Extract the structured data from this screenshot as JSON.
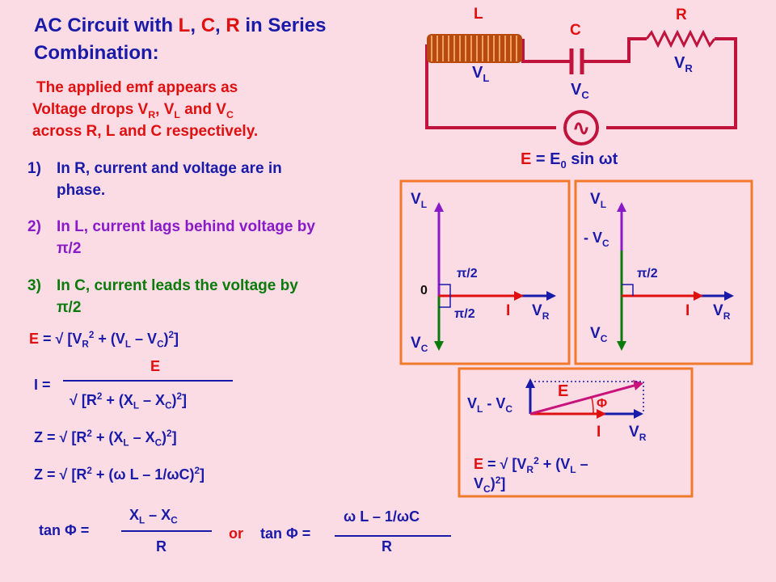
{
  "title": {
    "line1_prefix": "AC Circuit with ",
    "line1_L": "L",
    "line1_comma1": ", ",
    "line1_C": "C",
    "line1_comma2": ", ",
    "line1_R": "R",
    "line1_suffix": " in Series",
    "line2": "Combination:"
  },
  "intro": {
    "line1": "The applied emf appears as",
    "line2": "Voltage drops V",
    "line2_sub1": "R",
    "line2_mid1": ", V",
    "line2_sub2": "L",
    "line2_mid2": " and V",
    "line2_sub3": "C",
    "line3": "across R, L and C respectively."
  },
  "points": [
    {
      "num": "1)",
      "line1": "In R, current and voltage are in",
      "line2": "phase."
    },
    {
      "num": "2)",
      "line1": "In L, current lags behind voltage by",
      "line2": "π/2"
    },
    {
      "num": "3)",
      "line1": "In C, current leads the voltage by",
      "line2": "π/2"
    }
  ],
  "equations": {
    "E": "E",
    "eq_sign": " = √ [V",
    "R_sub": "R",
    "sq1": "2",
    "plus": " + (V",
    "L_sub": "L",
    "minus": " – V",
    "C_sub": "C",
    "close": ")",
    "sq2": "2",
    "end": "]",
    "I_label": "I =",
    "I_num": "E",
    "I_den_a": "√  [R",
    "I_den_sq1": "2",
    "I_den_b": " + (X",
    "I_den_L": "L",
    "I_den_c": " – X",
    "I_den_C": "C",
    "I_den_d": ")",
    "I_den_sq2": "2",
    "I_den_e": "]",
    "Z1_a": "Z =  √  [R",
    "Z1_sq1": "2",
    "Z1_b": " + (X",
    "Z1_L": "L",
    "Z1_c": " – X",
    "Z1_C": "C",
    "Z1_d": ")",
    "Z1_sq2": "2",
    "Z1_e": "]",
    "Z2_a": "Z =  √  [R",
    "Z2_sq1": "2",
    "Z2_b": " + (ω L – 1/ωC)",
    "Z2_sq2": "2",
    "Z2_e": "]",
    "tan1_label": "tan Φ =",
    "tan1_num_a": "X",
    "tan1_num_L": "L",
    "tan1_num_b": " – X",
    "tan1_num_C": "C",
    "tan1_den": "R",
    "or": "or",
    "tan2_label": "tan Φ =",
    "tan2_num": "ω L – 1/ωC",
    "tan2_den": "R"
  },
  "circuit": {
    "L": "L",
    "C": "C",
    "R": "R",
    "VL_main": "V",
    "VL_sub": "L",
    "VC_main": "V",
    "VC_sub": "C",
    "VR_main": "V",
    "VR_sub": "R",
    "source_symbol": "∿",
    "emf_a": "E",
    "emf_b": "  = E",
    "emf_sub": "0",
    "emf_c": " sin ωt"
  },
  "phasor1": {
    "VL": "V",
    "VL_sub": "L",
    "VC": "V",
    "VC_sub": "C",
    "origin": "0",
    "angle_top": "π/2",
    "angle_bottom": "π/2",
    "I": "I",
    "VR": "V",
    "VR_sub": "R"
  },
  "phasor2": {
    "VL": "V",
    "VL_sub": "L",
    "negVC": "- V",
    "negVC_sub": "C",
    "VC": "V",
    "VC_sub": "C",
    "angle": "π/2",
    "I": "I",
    "VR": "V",
    "VR_sub": "R"
  },
  "phasor3": {
    "diff_a": "V",
    "diff_L": "L",
    "diff_b": " - V",
    "diff_C": "C",
    "E": "E",
    "phi": "Φ",
    "I": "I",
    "VR": "V",
    "VR_sub": "R",
    "eq_E": "E",
    "eq_a": "  = √  [V",
    "eq_R": "R",
    "eq_sq1": "2",
    "eq_b": " + (V",
    "eq_L": "L",
    "eq_c": " –",
    "eq_d": "V",
    "eq_C": "C",
    "eq_e": ")",
    "eq_sq2": "2",
    "eq_f": "]"
  },
  "colors": {
    "background": "#fbdce5",
    "title_blue": "#1a1aa8",
    "red": "#e01010",
    "purple": "#8a1ac8",
    "green": "#0a7a0a",
    "orange_frame": "#f07a2a",
    "wire": "#c0143c"
  }
}
